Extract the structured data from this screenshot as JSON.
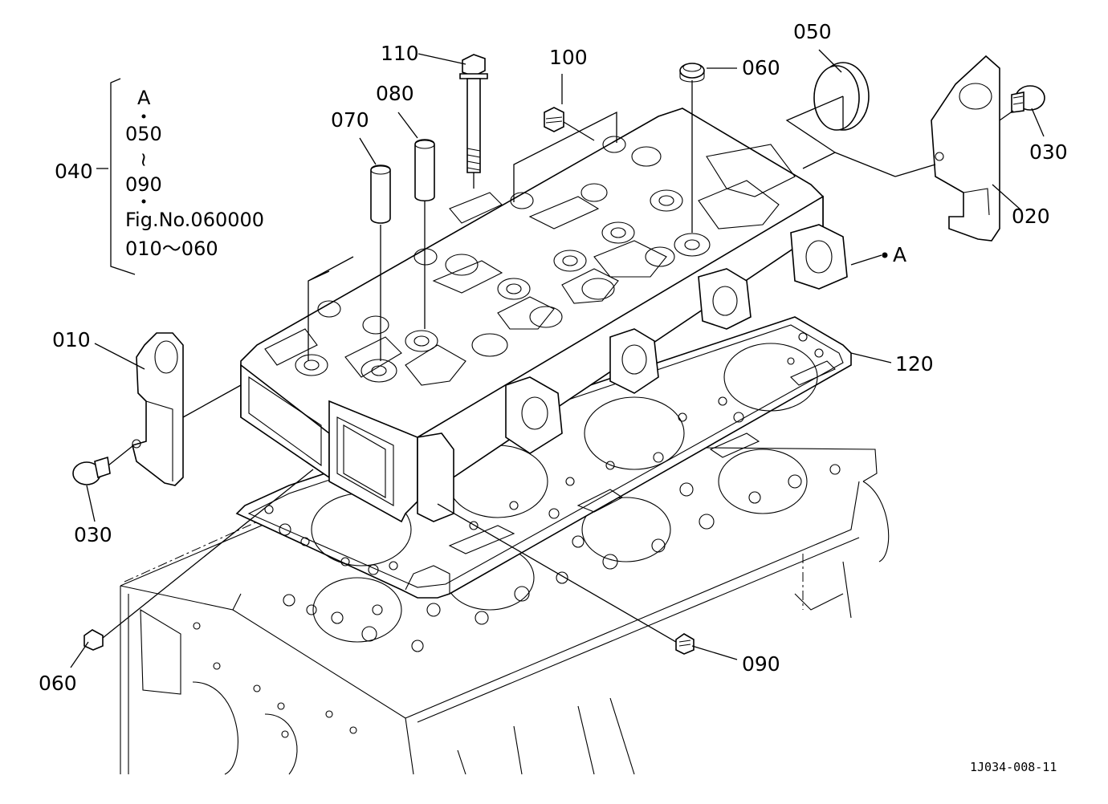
{
  "callouts": {
    "p010": "010",
    "p020": "020",
    "p030_left": "030",
    "p030_right": "030",
    "p050": "050",
    "p060_top": "060",
    "p060_bottom": "060",
    "p070": "070",
    "p080": "080",
    "p090": "090",
    "p100": "100",
    "p110": "110",
    "p120": "120",
    "ref_a": "A"
  },
  "kit": {
    "number": "040",
    "lines": [
      "A",
      "050",
      "090",
      "Fig.No.060000",
      "010～060"
    ],
    "tilde": "~"
  },
  "drawing_code": "1J034-008-11"
}
